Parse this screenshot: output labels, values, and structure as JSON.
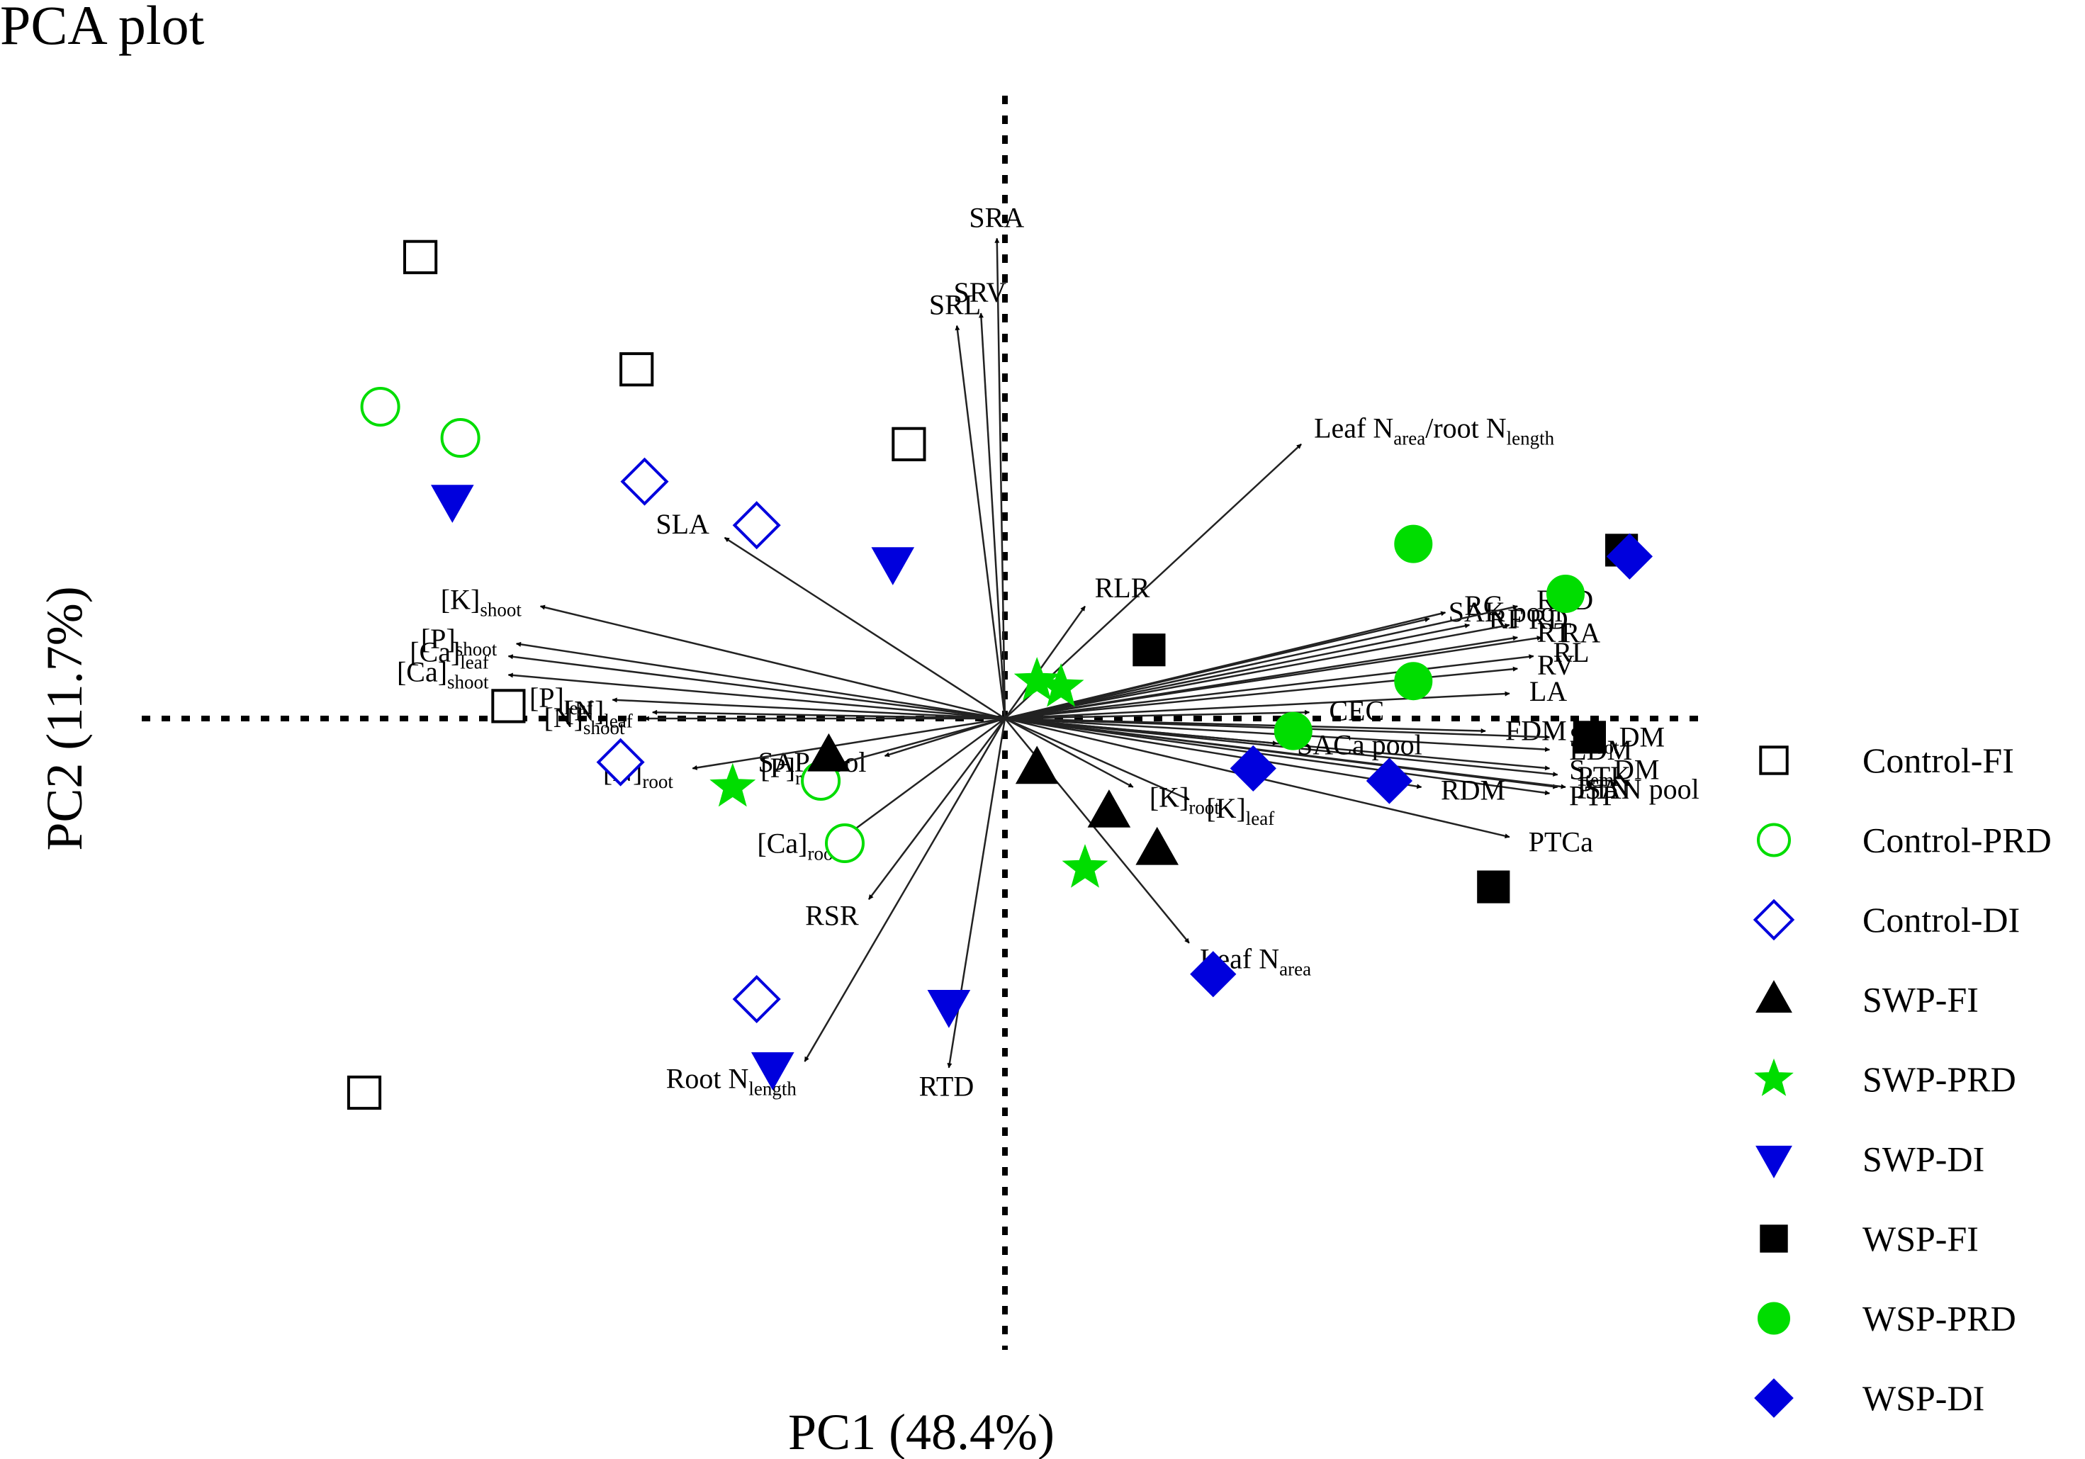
{
  "chart_data": {
    "type": "scatter",
    "title": "PCA plot",
    "xlabel": "PC1 (48.4%)",
    "ylabel": "PC2 (11.7%)",
    "xlim": [
      -1.0,
      1.0
    ],
    "ylim": [
      -1.0,
      1.0
    ],
    "grid": false,
    "legend_position": "right",
    "series": [
      {
        "name": "Control-FI",
        "marker": "square-open",
        "color": "#000000",
        "points": [
          [
            -0.73,
            0.74
          ],
          [
            -0.46,
            0.56
          ],
          [
            -0.62,
            0.02
          ],
          [
            -0.8,
            -0.6
          ],
          [
            -0.12,
            0.44
          ]
        ]
      },
      {
        "name": "Control-PRD",
        "marker": "circle-open",
        "color": "#00dd00",
        "points": [
          [
            -0.78,
            0.5
          ],
          [
            -0.68,
            0.45
          ],
          [
            -0.23,
            -0.1
          ],
          [
            -0.2,
            -0.2
          ]
        ]
      },
      {
        "name": "Control-DI",
        "marker": "diamond-open",
        "color": "#0000dd",
        "points": [
          [
            -0.45,
            0.38
          ],
          [
            -0.31,
            0.31
          ],
          [
            -0.48,
            -0.07
          ],
          [
            -0.31,
            -0.45
          ]
        ]
      },
      {
        "name": "SWP-FI",
        "marker": "triangle-up",
        "color": "#000000",
        "points": [
          [
            -0.22,
            -0.06
          ],
          [
            0.04,
            -0.08
          ],
          [
            0.13,
            -0.15
          ],
          [
            0.19,
            -0.21
          ]
        ]
      },
      {
        "name": "SWP-PRD",
        "marker": "star",
        "color": "#00dd00",
        "points": [
          [
            0.04,
            0.06
          ],
          [
            0.07,
            0.05
          ],
          [
            -0.34,
            -0.11
          ],
          [
            0.1,
            -0.24
          ]
        ]
      },
      {
        "name": "SWP-DI",
        "marker": "triangle-down",
        "color": "#0000dd",
        "points": [
          [
            -0.69,
            0.35
          ],
          [
            -0.14,
            0.25
          ],
          [
            -0.07,
            -0.46
          ],
          [
            -0.29,
            -0.56
          ]
        ]
      },
      {
        "name": "WSP-FI",
        "marker": "square",
        "color": "#000000",
        "points": [
          [
            0.18,
            0.11
          ],
          [
            0.77,
            0.27
          ],
          [
            0.73,
            -0.03
          ],
          [
            0.61,
            -0.27
          ]
        ]
      },
      {
        "name": "WSP-PRD",
        "marker": "circle",
        "color": "#00dd00",
        "points": [
          [
            0.51,
            0.28
          ],
          [
            0.7,
            0.2
          ],
          [
            0.51,
            0.06
          ],
          [
            0.36,
            -0.02
          ]
        ]
      },
      {
        "name": "WSP-DI",
        "marker": "diamond",
        "color": "#0000dd",
        "points": [
          [
            0.78,
            0.26
          ],
          [
            0.48,
            -0.1
          ],
          [
            0.31,
            -0.08
          ],
          [
            0.26,
            -0.41
          ]
        ]
      }
    ],
    "loadings": [
      {
        "label": [
          {
            "t": "SRA"
          }
        ],
        "x": -0.01,
        "y": 0.77
      },
      {
        "label": [
          {
            "t": "SRV"
          }
        ],
        "x": -0.03,
        "y": 0.65
      },
      {
        "label": [
          {
            "t": "SRL"
          }
        ],
        "x": -0.06,
        "y": 0.63
      },
      {
        "label": [
          {
            "t": "Leaf N"
          },
          {
            "t": "area",
            "s": "sub"
          },
          {
            "t": "/root N"
          },
          {
            "t": "length",
            "s": "sub"
          }
        ],
        "x": 0.37,
        "y": 0.44
      },
      {
        "label": [
          {
            "t": "SLA"
          }
        ],
        "x": -0.35,
        "y": 0.29
      },
      {
        "label": [
          {
            "t": "RLR"
          }
        ],
        "x": 0.1,
        "y": 0.18
      },
      {
        "label": [
          {
            "t": "[K]"
          },
          {
            "t": "shoot",
            "s": "sub"
          }
        ],
        "x": -0.58,
        "y": 0.18
      },
      {
        "label": [
          {
            "t": "[P]"
          },
          {
            "t": "shoot",
            "s": "sub"
          }
        ],
        "x": -0.61,
        "y": 0.12
      },
      {
        "label": [
          {
            "t": "[Ca]"
          },
          {
            "t": "leaf",
            "s": "sub"
          }
        ],
        "x": -0.62,
        "y": 0.1
      },
      {
        "label": [
          {
            "t": "[Ca]"
          },
          {
            "t": "shoot",
            "s": "sub"
          }
        ],
        "x": -0.62,
        "y": 0.07
      },
      {
        "label": [
          {
            "t": "[P]"
          },
          {
            "t": "leaf",
            "s": "sub"
          }
        ],
        "x": -0.49,
        "y": 0.03
      },
      {
        "label": [
          {
            "t": "[N]"
          },
          {
            "t": "leaf",
            "s": "sub"
          }
        ],
        "x": -0.44,
        "y": 0.01
      },
      {
        "label": [
          {
            "t": "[N]"
          },
          {
            "t": "shoot",
            "s": "sub"
          }
        ],
        "x": -0.45,
        "y": 0.0
      },
      {
        "label": [
          {
            "t": "SAP pool"
          }
        ],
        "x": -0.15,
        "y": -0.06
      },
      {
        "label": [
          {
            "t": "[N]"
          },
          {
            "t": "root",
            "s": "sub"
          }
        ],
        "x": -0.39,
        "y": -0.08
      },
      {
        "label": [
          {
            "t": "[P]"
          },
          {
            "t": "root",
            "s": "sub"
          }
        ],
        "x": -0.2,
        "y": -0.07
      },
      {
        "label": [
          {
            "t": "[Ca]"
          },
          {
            "t": "root",
            "s": "sub"
          }
        ],
        "x": -0.19,
        "y": -0.18
      },
      {
        "label": [
          {
            "t": "RSR"
          }
        ],
        "x": -0.17,
        "y": -0.29
      },
      {
        "label": [
          {
            "t": "Root N"
          },
          {
            "t": "length",
            "s": "sub"
          }
        ],
        "x": -0.25,
        "y": -0.55
      },
      {
        "label": [
          {
            "t": "RTD"
          }
        ],
        "x": -0.07,
        "y": -0.56
      },
      {
        "label": [
          {
            "t": "Leaf N"
          },
          {
            "t": "area",
            "s": "sub"
          }
        ],
        "x": 0.23,
        "y": -0.36
      },
      {
        "label": [
          {
            "t": "[K]"
          },
          {
            "t": "leaf",
            "s": "sub"
          }
        ],
        "x": 0.23,
        "y": -0.13
      },
      {
        "label": [
          {
            "t": "[K]"
          },
          {
            "t": "root",
            "s": "sub"
          }
        ],
        "x": 0.16,
        "y": -0.11
      },
      {
        "label": [
          {
            "t": "SAK pool"
          }
        ],
        "x": 0.53,
        "y": 0.16
      },
      {
        "label": [
          {
            "t": "RC"
          }
        ],
        "x": 0.55,
        "y": 0.17
      },
      {
        "label": [
          {
            "t": "RF"
          }
        ],
        "x": 0.58,
        "y": 0.15
      },
      {
        "label": [
          {
            "t": "RLD"
          }
        ],
        "x": 0.64,
        "y": 0.18
      },
      {
        "label": [
          {
            "t": "RD"
          }
        ],
        "x": 0.63,
        "y": 0.15
      },
      {
        "label": [
          {
            "t": "RT"
          }
        ],
        "x": 0.64,
        "y": 0.13
      },
      {
        "label": [
          {
            "t": "RL"
          }
        ],
        "x": 0.66,
        "y": 0.1
      },
      {
        "label": [
          {
            "t": "RA"
          }
        ],
        "x": 0.67,
        "y": 0.13
      },
      {
        "label": [
          {
            "t": "RV"
          }
        ],
        "x": 0.64,
        "y": 0.08
      },
      {
        "label": [
          {
            "t": "LA"
          }
        ],
        "x": 0.63,
        "y": 0.04
      },
      {
        "label": [
          {
            "t": "CEC"
          }
        ],
        "x": 0.38,
        "y": 0.01
      },
      {
        "label": [
          {
            "t": "FDM"
          }
        ],
        "x": 0.6,
        "y": -0.02
      },
      {
        "label": [
          {
            "t": "S"
          },
          {
            "t": "hoot",
            "s": "sub"
          },
          {
            "t": "DM"
          }
        ],
        "x": 0.68,
        "y": -0.03
      },
      {
        "label": [
          {
            "t": "LDM"
          }
        ],
        "x": 0.68,
        "y": -0.05
      },
      {
        "label": [
          {
            "t": "S"
          },
          {
            "t": "tem",
            "s": "sub"
          },
          {
            "t": "DM"
          }
        ],
        "x": 0.68,
        "y": -0.08
      },
      {
        "label": [
          {
            "t": "PTK"
          }
        ],
        "x": 0.69,
        "y": -0.09
      },
      {
        "label": [
          {
            "t": "PTN"
          }
        ],
        "x": 0.69,
        "y": -0.11
      },
      {
        "label": [
          {
            "t": "PTP"
          }
        ],
        "x": 0.68,
        "y": -0.12
      },
      {
        "label": [
          {
            "t": "SAN pool"
          }
        ],
        "x": 0.7,
        "y": -0.11
      },
      {
        "label": [
          {
            "t": "SACa pool"
          }
        ],
        "x": 0.34,
        "y": -0.04
      },
      {
        "label": [
          {
            "t": "RDM"
          }
        ],
        "x": 0.52,
        "y": -0.11
      },
      {
        "label": [
          {
            "t": "PTCa"
          }
        ],
        "x": 0.63,
        "y": -0.19
      }
    ]
  }
}
